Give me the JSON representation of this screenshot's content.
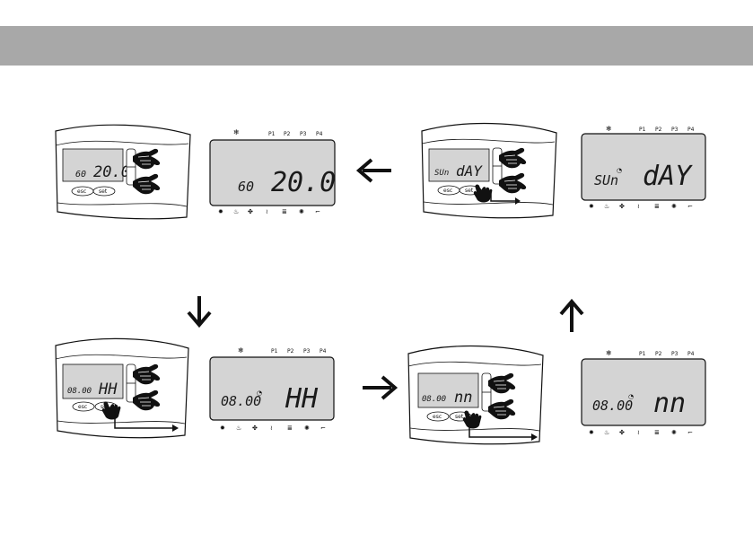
{
  "panels": [
    {
      "id": "a",
      "device": {
        "left": "60",
        "right": "20.0",
        "btn_left": "esc",
        "btn_right": "set"
      },
      "lcd": {
        "left": "60",
        "right": "20.0",
        "labels": [
          "P1",
          "P2",
          "P3",
          "P4"
        ]
      }
    },
    {
      "id": "b",
      "device": {
        "left": "SUn",
        "right": "dAY",
        "btn_left": "esc",
        "btn_right": "set"
      },
      "lcd": {
        "left": "SUn",
        "right": "dAY",
        "labels": [
          "P1",
          "P2",
          "P3",
          "P4"
        ]
      }
    },
    {
      "id": "c",
      "device": {
        "left": "08.00",
        "right": "HH",
        "btn_left": "esc",
        "btn_right": "set"
      },
      "lcd": {
        "left": "08.00",
        "right": "HH",
        "labels": [
          "P1",
          "P2",
          "P3",
          "P4"
        ]
      }
    },
    {
      "id": "d",
      "device": {
        "left": "08.00",
        "right": "nn",
        "btn_left": "esc",
        "btn_right": "set"
      },
      "lcd": {
        "left": "08.00",
        "right": "nn",
        "labels": [
          "P1",
          "P2",
          "P3",
          "P4"
        ]
      }
    }
  ],
  "icons": [
    "snowflake-icon",
    "sun-icon",
    "fan-icon",
    "flame-icon",
    "radiator-icon",
    "clock-icon",
    "hand-pointer-icon",
    "arrow-icon"
  ],
  "colors": {
    "banner": "#a8a8a8",
    "lcd": "#d4d4d4",
    "ink": "#111111"
  }
}
